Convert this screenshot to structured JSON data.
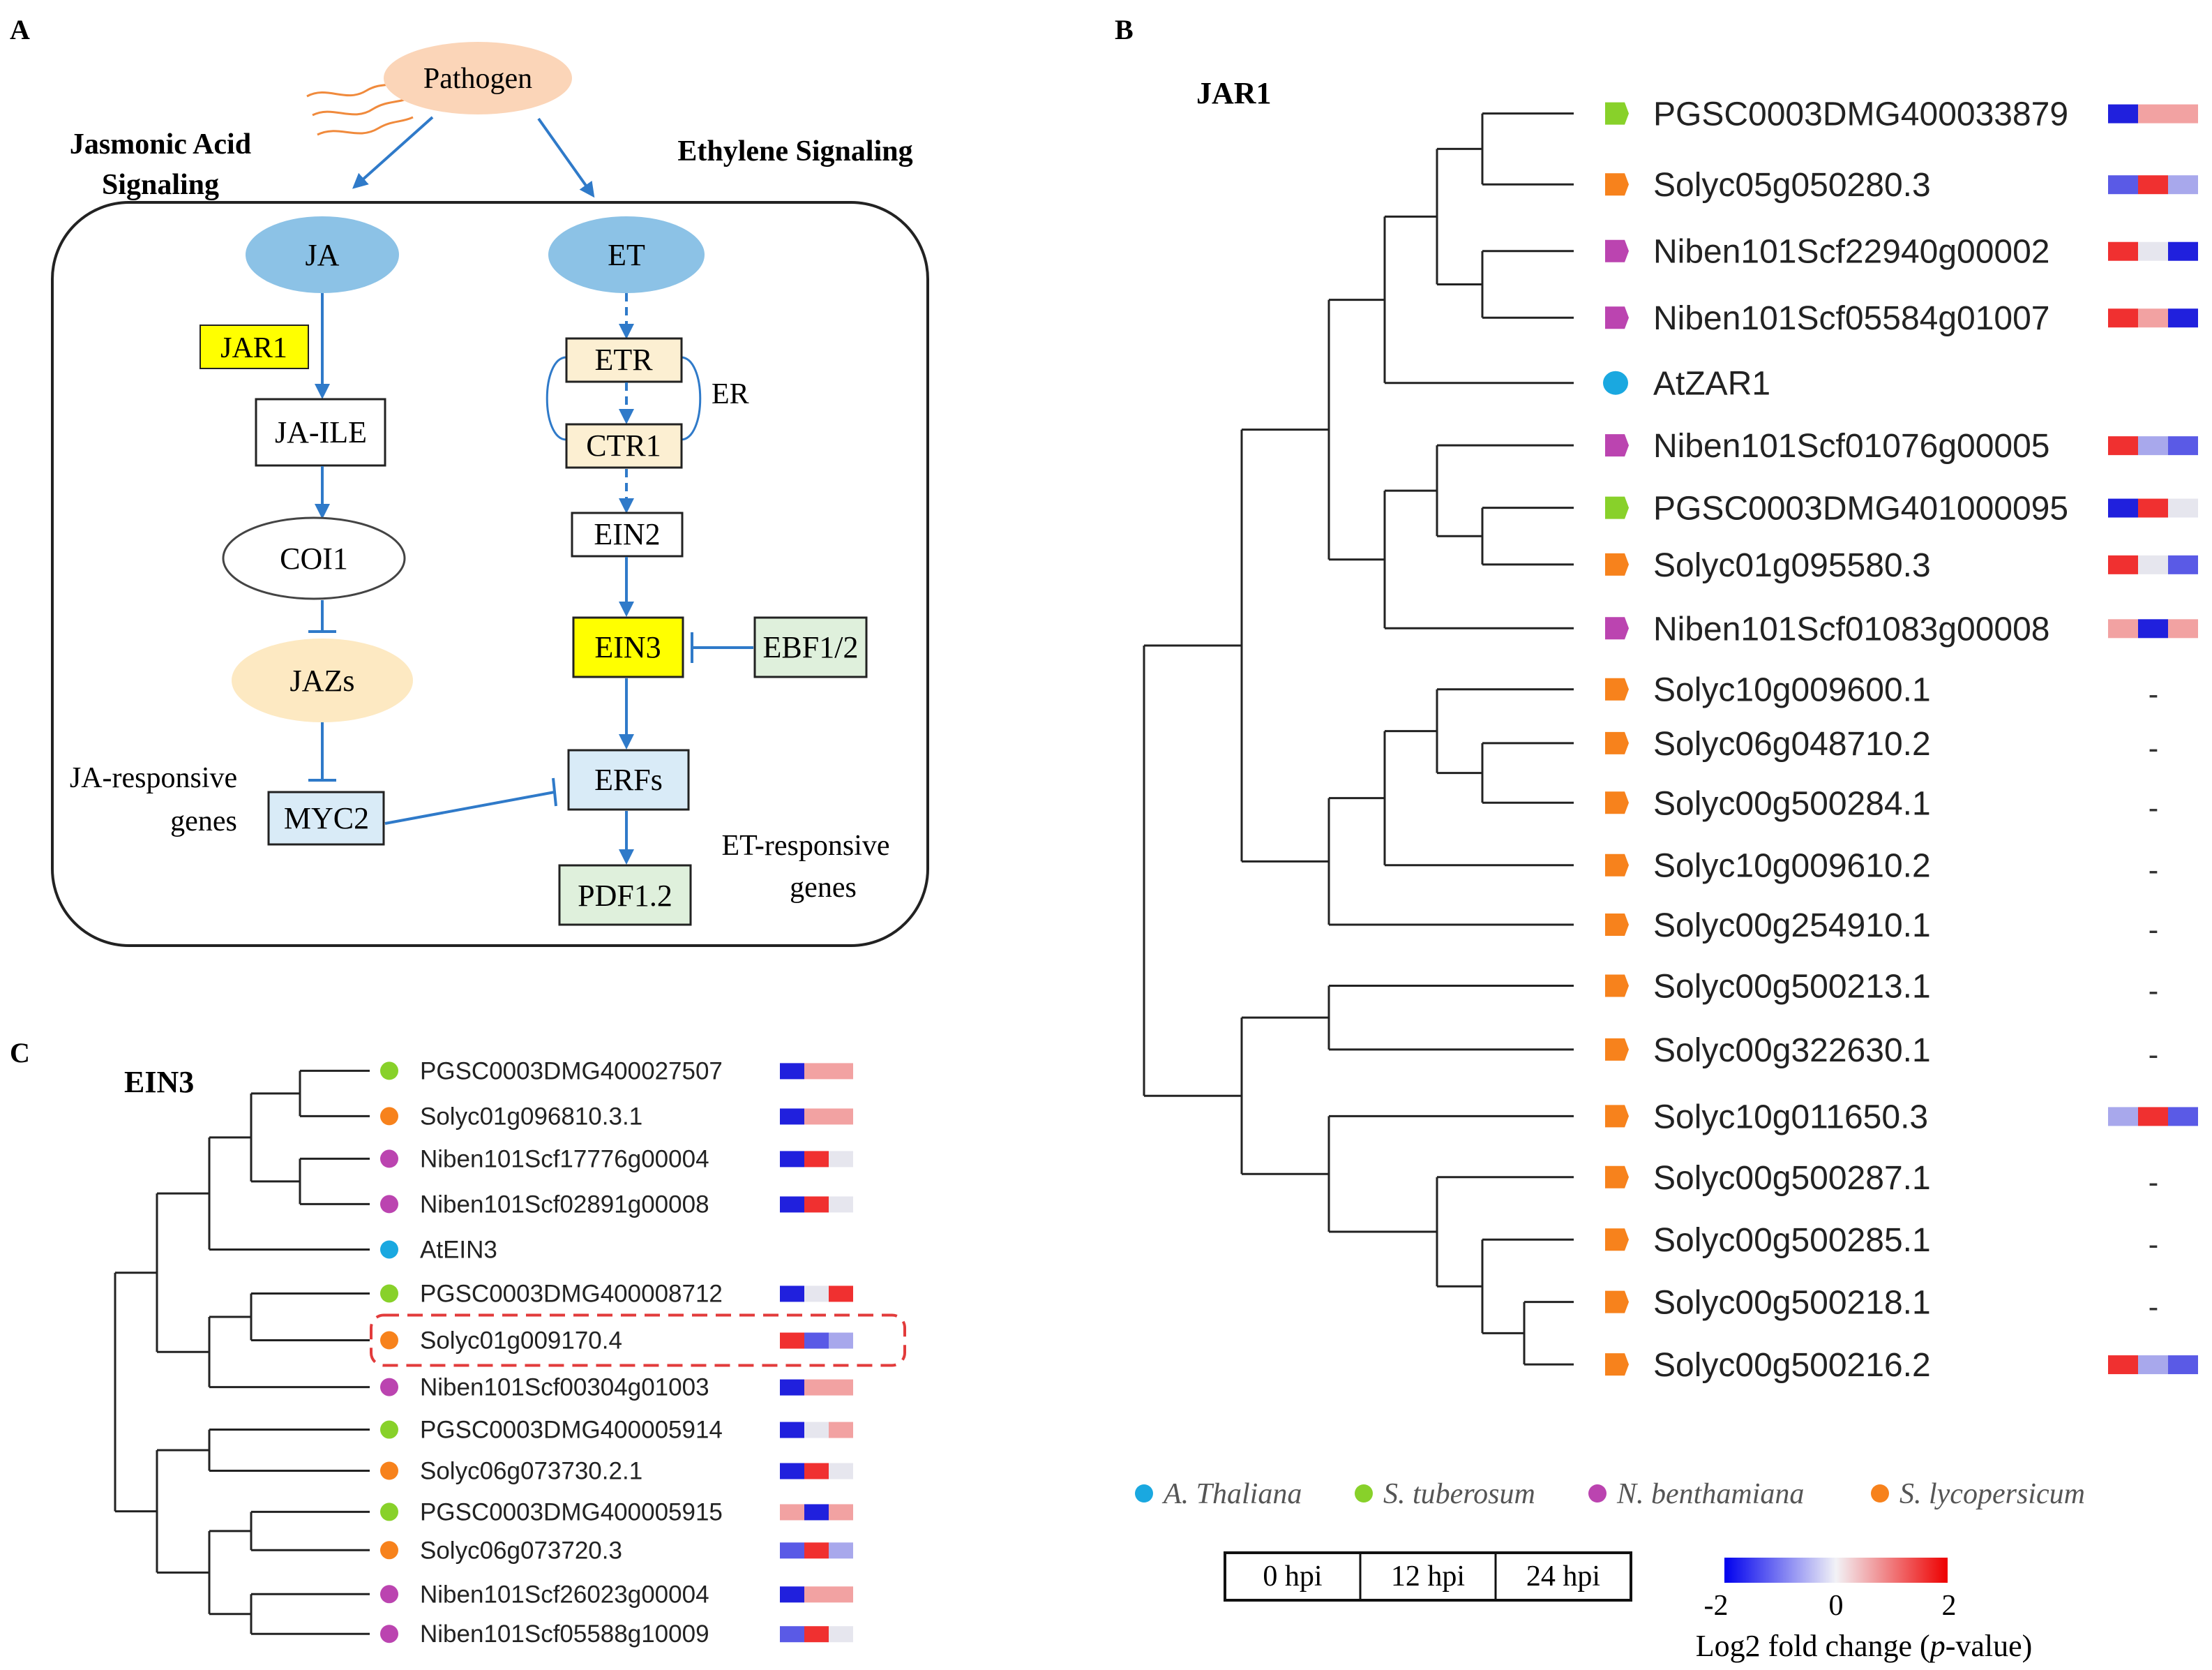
{
  "panels": {
    "a": "A",
    "b": "B",
    "c": "C"
  },
  "pathway": {
    "pathogen": "Pathogen",
    "ja_signaling": [
      "Jasmonic Acid",
      "Signaling"
    ],
    "et_signaling": "Ethylene Signaling",
    "ja": "JA",
    "et": "ET",
    "jar1": "JAR1",
    "ja_ile": "JA-ILE",
    "coi1": "COI1",
    "jazs": "JAZs",
    "ja_responsive": [
      "JA-responsive",
      "genes"
    ],
    "myc2": "MYC2",
    "etr": "ETR",
    "ctr1": "CTR1",
    "er": "ER",
    "ein2": "EIN2",
    "ein3": "EIN3",
    "ebf": "EBF1/2",
    "erfs": "ERFs",
    "pdf": "PDF1.2",
    "et_responsive": [
      "ET-responsive",
      "genes"
    ]
  },
  "species_colors": {
    "A. Thaliana": "#1aa8e0",
    "S. tuberosum": "#88d12a",
    "N. benthamiana": "#bb44b0",
    "S. lycopersicum": "#f7821c"
  },
  "heat_colors": {
    "DB": "#2020dd",
    "B": "#5a5ae6",
    "LB": "#a8a8ec",
    "W": "#e6e6ee",
    "LR": "#f2a2a2",
    "R": "#f03030",
    "DR": "#ee1a1a"
  },
  "jar1_tree": {
    "title": "JAR1",
    "leaves": [
      {
        "name": "PGSC0003DMG400033879",
        "species": "S. tuberosum",
        "heat": [
          "DB",
          "LR",
          "LR"
        ]
      },
      {
        "name": "Solyc05g050280.3",
        "species": "S. lycopersicum",
        "heat": [
          "B",
          "R",
          "LB"
        ]
      },
      {
        "name": "Niben101Scf22940g00002",
        "species": "N. benthamiana",
        "heat": [
          "R",
          "W",
          "DB"
        ]
      },
      {
        "name": "Niben101Scf05584g01007",
        "species": "N. benthamiana",
        "heat": [
          "R",
          "LR",
          "DB"
        ]
      },
      {
        "name": "AtZAR1",
        "species": "A. Thaliana",
        "heat": null
      },
      {
        "name": "Niben101Scf01076g00005",
        "species": "N. benthamiana",
        "heat": [
          "R",
          "LB",
          "B"
        ]
      },
      {
        "name": "PGSC0003DMG401000095",
        "species": "S. tuberosum",
        "heat": [
          "DB",
          "R",
          "W"
        ]
      },
      {
        "name": "Solyc01g095580.3",
        "species": "S. lycopersicum",
        "heat": [
          "R",
          "W",
          "B"
        ]
      },
      {
        "name": "Niben101Scf01083g00008",
        "species": "N. benthamiana",
        "heat": [
          "LR",
          "DB",
          "LR"
        ]
      },
      {
        "name": "Solyc10g009600.1",
        "species": "S. lycopersicum",
        "heat": "-"
      },
      {
        "name": "Solyc06g048710.2",
        "species": "S. lycopersicum",
        "heat": "-"
      },
      {
        "name": "Solyc00g500284.1",
        "species": "S. lycopersicum",
        "heat": "-"
      },
      {
        "name": "Solyc10g009610.2",
        "species": "S. lycopersicum",
        "heat": "-"
      },
      {
        "name": "Solyc00g254910.1",
        "species": "S. lycopersicum",
        "heat": "-"
      },
      {
        "name": "Solyc00g500213.1",
        "species": "S. lycopersicum",
        "heat": "-"
      },
      {
        "name": "Solyc00g322630.1",
        "species": "S. lycopersicum",
        "heat": "-"
      },
      {
        "name": "Solyc10g011650.3",
        "species": "S. lycopersicum",
        "heat": [
          "LB",
          "R",
          "B"
        ]
      },
      {
        "name": "Solyc00g500287.1",
        "species": "S. lycopersicum",
        "heat": "-"
      },
      {
        "name": "Solyc00g500285.1",
        "species": "S. lycopersicum",
        "heat": "-"
      },
      {
        "name": "Solyc00g500218.1",
        "species": "S. lycopersicum",
        "heat": "-"
      },
      {
        "name": "Solyc00g500216.2",
        "species": "S. lycopersicum",
        "heat": [
          "R",
          "LB",
          "B"
        ]
      }
    ]
  },
  "ein3_tree": {
    "title": "EIN3",
    "leaves": [
      {
        "name": "PGSC0003DMG400027507",
        "species": "S. tuberosum",
        "heat": [
          "DB",
          "LR",
          "LR"
        ]
      },
      {
        "name": "Solyc01g096810.3.1",
        "species": "S. lycopersicum",
        "heat": [
          "DB",
          "LR",
          "LR"
        ]
      },
      {
        "name": "Niben101Scf17776g00004",
        "species": "N. benthamiana",
        "heat": [
          "DB",
          "R",
          "W"
        ]
      },
      {
        "name": "Niben101Scf02891g00008",
        "species": "N. benthamiana",
        "heat": [
          "DB",
          "R",
          "W"
        ]
      },
      {
        "name": "AtEIN3",
        "species": "A. Thaliana",
        "heat": null
      },
      {
        "name": "PGSC0003DMG400008712",
        "species": "S. tuberosum",
        "heat": [
          "DB",
          "W",
          "R"
        ]
      },
      {
        "name": "Solyc01g009170.4",
        "species": "S. lycopersicum",
        "heat": [
          "R",
          "B",
          "LB"
        ],
        "highlight": true
      },
      {
        "name": "Niben101Scf00304g01003",
        "species": "N. benthamiana",
        "heat": [
          "DB",
          "LR",
          "LR"
        ]
      },
      {
        "name": "PGSC0003DMG400005914",
        "species": "S. tuberosum",
        "heat": [
          "DB",
          "W",
          "LR"
        ]
      },
      {
        "name": "Solyc06g073730.2.1",
        "species": "S. lycopersicum",
        "heat": [
          "DB",
          "R",
          "W"
        ]
      },
      {
        "name": "PGSC0003DMG400005915",
        "species": "S. tuberosum",
        "heat": [
          "LR",
          "DB",
          "LR"
        ]
      },
      {
        "name": "Solyc06g073720.3",
        "species": "S. lycopersicum",
        "heat": [
          "B",
          "R",
          "LB"
        ]
      },
      {
        "name": "Niben101Scf26023g00004",
        "species": "N. benthamiana",
        "heat": [
          "DB",
          "LR",
          "LR"
        ]
      },
      {
        "name": "Niben101Scf05588g10009",
        "species": "N. benthamiana",
        "heat": [
          "B",
          "R",
          "W"
        ]
      }
    ]
  },
  "legend": {
    "species": [
      "A. Thaliana",
      "S. tuberosum",
      "N. benthamiana",
      "S. lycopersicum"
    ],
    "time_points": [
      "0 hpi",
      "12 hpi",
      "24 hpi"
    ],
    "scale_ticks": [
      "-2",
      "0",
      "2"
    ],
    "scale_title": {
      "prefix": "Log2 fold change (",
      "italic": "p",
      "suffix": "-value)"
    }
  }
}
